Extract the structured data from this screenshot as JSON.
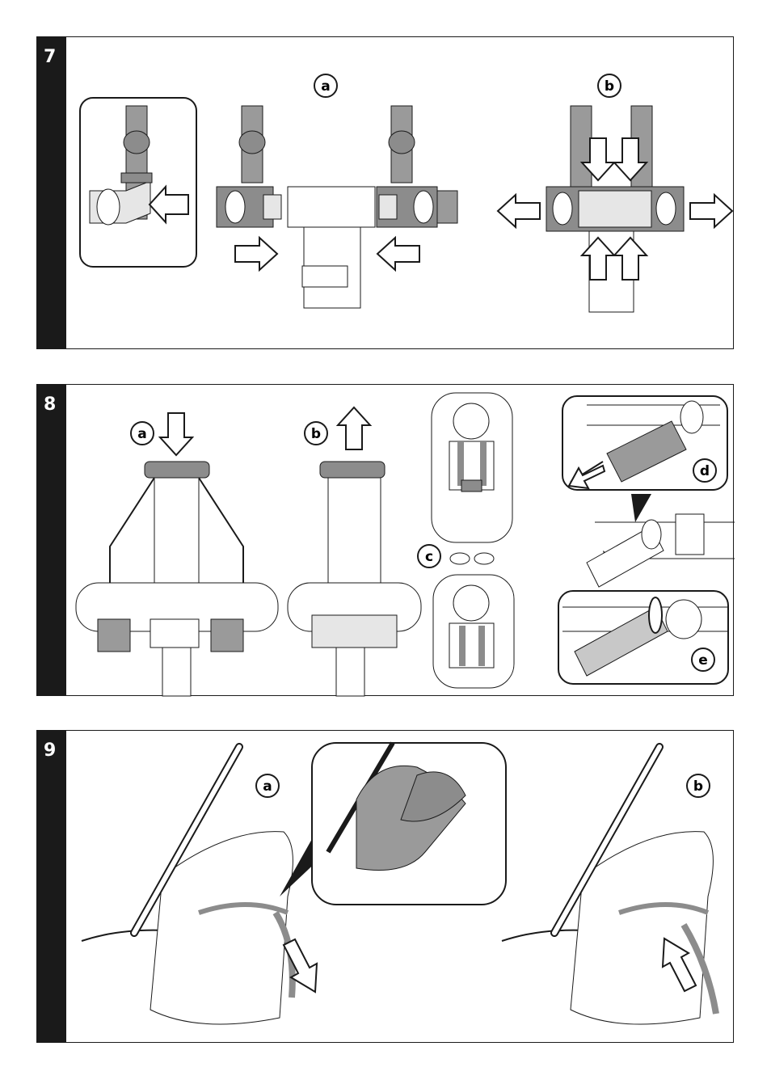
{
  "steps": [
    {
      "number": "7",
      "labels": {
        "a": "a",
        "b": "b"
      }
    },
    {
      "number": "8",
      "labels": {
        "a": "a",
        "b": "b",
        "c": "c",
        "d": "d",
        "e": "e"
      }
    },
    {
      "number": "9",
      "labels": {
        "a": "a",
        "b": "b"
      }
    }
  ],
  "colors": {
    "ink": "#1a1a1a",
    "strap": "#9a9a9a",
    "buckle": "#8c8c8c",
    "shade": "#c8c8c8"
  },
  "icons": [
    "arrow-right-icon",
    "arrow-left-icon",
    "arrow-down-icon",
    "arrow-up-icon"
  ]
}
